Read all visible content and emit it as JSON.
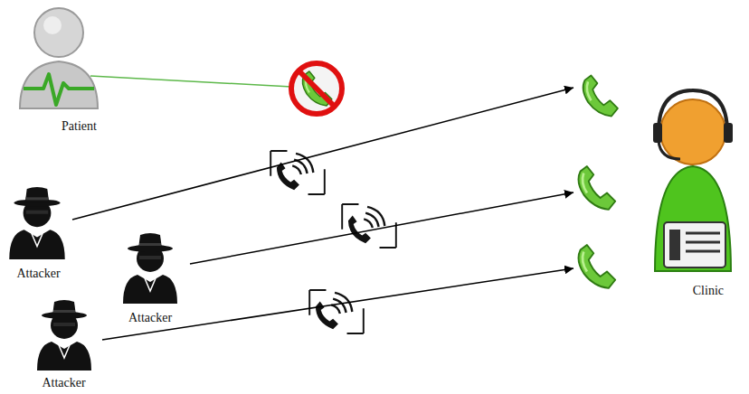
{
  "diagram": {
    "nodes": [
      {
        "text": [
          "Patient"
        ]
      },
      {
        "text": [
          "Attacker"
        ]
      },
      {
        "text": [
          "Attacker"
        ]
      },
      {
        "text": [
          "Attacker"
        ]
      },
      {
        "text": [
          "Clinic"
        ]
      }
    ],
    "edges": [
      {
        "from": 1,
        "to": 4,
        "arrow": "to"
      },
      {
        "from": 2,
        "to": 4,
        "arrow": "to"
      },
      {
        "from": 3,
        "to": 4,
        "arrow": "to"
      }
    ]
  }
}
